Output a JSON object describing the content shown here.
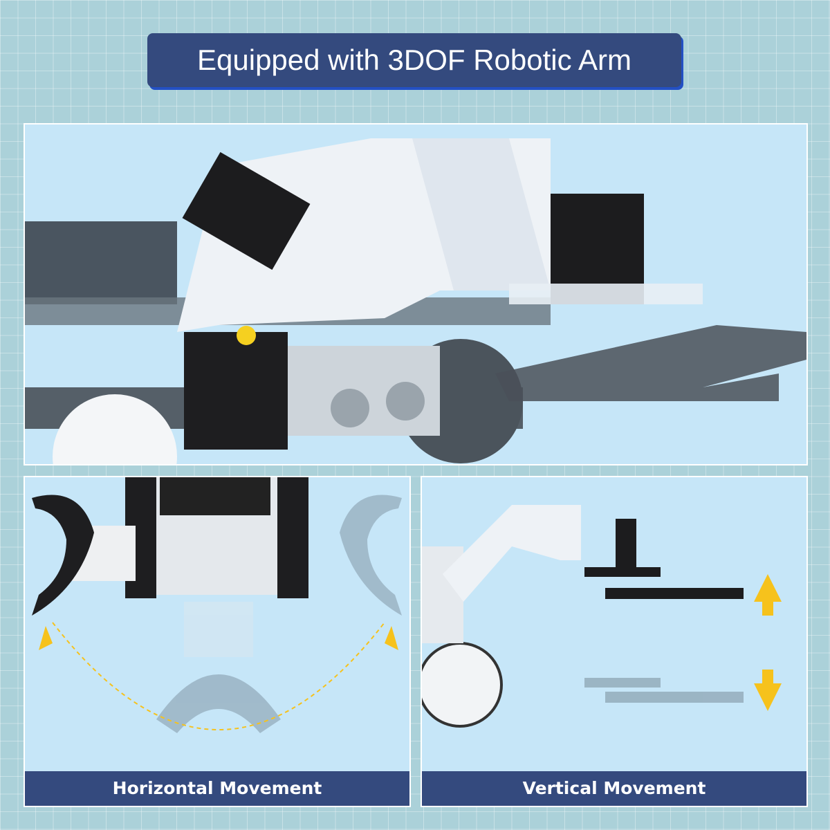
{
  "title": "Equipped with 3DOF Robotic Arm",
  "panels": {
    "horizontal": {
      "caption": "Horizontal Movement"
    },
    "vertical": {
      "caption": "Vertical Movement"
    }
  },
  "colors": {
    "banner": "#344a7e",
    "accent_arrow": "#f6c21c",
    "panel_bg": "#c6e6f8"
  }
}
